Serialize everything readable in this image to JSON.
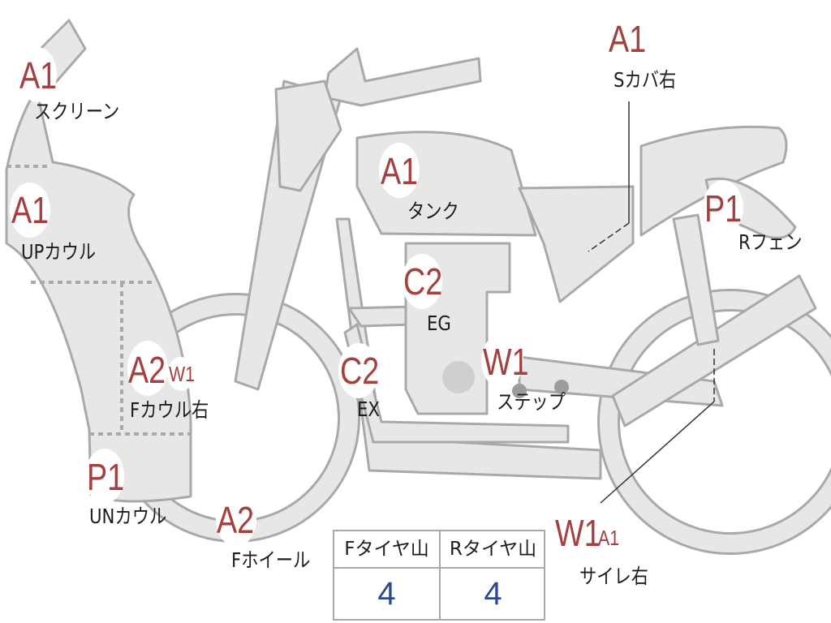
{
  "labels": [
    {
      "code": "A1",
      "name": "スクリーン"
    },
    {
      "code": "A1",
      "name": "UPカウル"
    },
    {
      "code": "A2",
      "code2": "W1",
      "name": "Fカウル右"
    },
    {
      "code": "P1",
      "name": "UNカウル"
    },
    {
      "code": "A2",
      "name": "Fホイール"
    },
    {
      "code": "A1",
      "name": "タンク"
    },
    {
      "code": "C2",
      "name": "EG"
    },
    {
      "code": "C2",
      "name": "EX"
    },
    {
      "code": "W1",
      "name": "ステップ"
    },
    {
      "code": "A1",
      "name": "Sカバ右"
    },
    {
      "code": "P1",
      "name": "Rフェン"
    },
    {
      "code": "W1",
      "code2": "A1",
      "name": "サイレ右"
    }
  ],
  "tread_table": {
    "headers": [
      "Fタイヤ山",
      "Rタイヤ山"
    ],
    "values": [
      "4",
      "4"
    ]
  },
  "colors": {
    "part_fill": "#e7e7e5",
    "part_stroke": "#a9a9a9",
    "code_text": "#a4403f",
    "table_value": "#2c4a8c"
  }
}
